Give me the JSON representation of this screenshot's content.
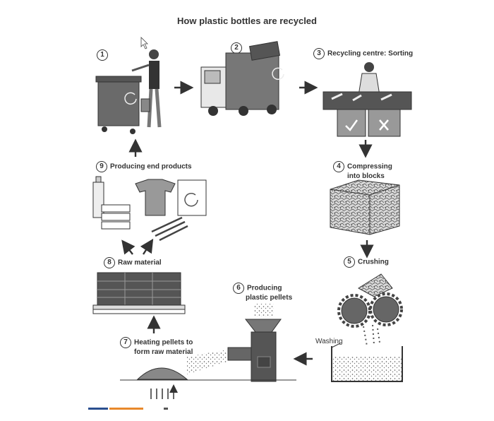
{
  "title": "How plastic bottles are recycled",
  "steps": [
    {
      "num": "1",
      "label": ""
    },
    {
      "num": "2",
      "label": ""
    },
    {
      "num": "3",
      "label": "Recycling centre: Sorting"
    },
    {
      "num": "4",
      "label": "Compressing",
      "label2": "into blocks"
    },
    {
      "num": "5",
      "label": "Crushing"
    },
    {
      "num": "6",
      "label": "Producing",
      "label2": "plastic pellets"
    },
    {
      "num": "7",
      "label": "Heating pellets to",
      "label2": "form raw material"
    },
    {
      "num": "8",
      "label": "Raw material"
    },
    {
      "num": "9",
      "label": "Producing end products"
    }
  ],
  "washing_label": "Washing",
  "icons": {
    "sort_ok": "check-mark-icon",
    "sort_reject": "cross-mark-icon"
  }
}
